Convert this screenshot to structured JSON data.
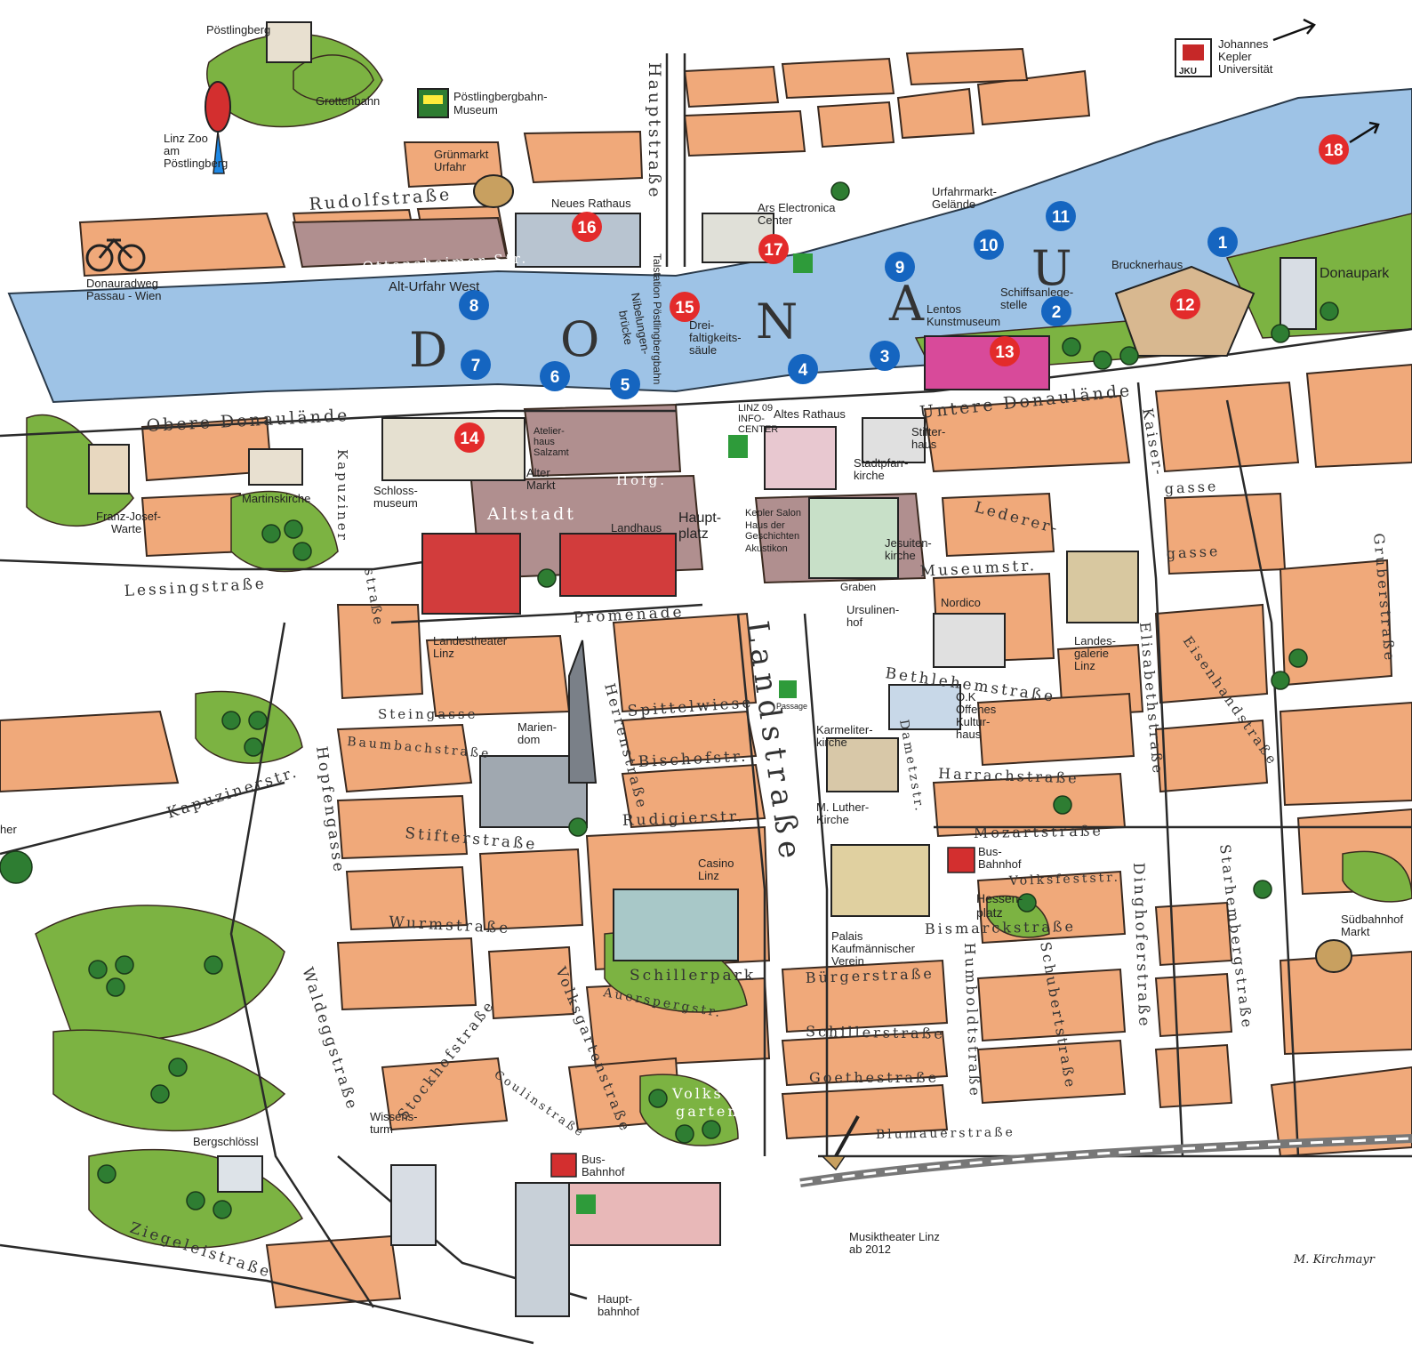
{
  "river": {
    "letters": [
      "D",
      "O",
      "N",
      "A",
      "U"
    ]
  },
  "pois": {
    "poestlingberg": "Pöstlingberg",
    "grottenbahn": "Grottenbahn",
    "zoo": [
      "Linz Zoo",
      "am",
      "Pöstlingberg"
    ],
    "poestlingbergbahn_museum": [
      "Pöstlingbergbahn-",
      "Museum"
    ],
    "gruenmarkt": [
      "Grünmarkt",
      "Urfahr"
    ],
    "neues_rathaus": "Neues Rathaus",
    "donauradweg": [
      "Donauradweg",
      "Passau - Wien"
    ],
    "alt_urfahr_west": "Alt-Urfahr West",
    "ars_electronica": [
      "Ars Electronica",
      "Center"
    ],
    "urfahrmarkt": [
      "Urfahrmarkt-",
      "Gelände"
    ],
    "jku": [
      "Johannes",
      "Kepler",
      "Universität"
    ],
    "jku_logo": "JKU",
    "brucknerhaus": "Brucknerhaus",
    "donaupark": "Donaupark",
    "schiffsanlegestelle": [
      "Schiffsanlege-",
      "stelle"
    ],
    "lentos": [
      "Lentos",
      "Kunstmuseum"
    ],
    "dreifaltigkeitssaeule": [
      "Drei-",
      "faltigkeits-",
      "säule"
    ],
    "info_center": [
      "LINZ 09",
      "INFO-",
      "CENTER"
    ],
    "altes_rathaus": "Altes Rathaus",
    "stifterhaus": [
      "Stifter-",
      "haus"
    ],
    "atelierhaus": [
      "Atelier-",
      "haus",
      "Salzamt"
    ],
    "alter_markt": [
      "Alter",
      "Markt"
    ],
    "hauptplatz": [
      "Haupt-",
      "platz"
    ],
    "stadtpfarrkirche": [
      "Stadtpfarr-",
      "kirche"
    ],
    "kepler_salon": [
      "Kepler Salon",
      "Haus der",
      "Geschichten",
      "Akustikon"
    ],
    "jesuitenkirche": [
      "Jesuiten-",
      "kirche"
    ],
    "schlossmuseum": [
      "Schloss-",
      "museum"
    ],
    "martinskirche": "Martinskirche",
    "franz_josef_warte": [
      "Franz-Josef-",
      "Warte"
    ],
    "landhaus": "Landhaus",
    "altstadt": "Altstadt",
    "landestheater": [
      "Landestheater",
      "Linz"
    ],
    "ursulinenhof": [
      "Ursulinen-",
      "hof"
    ],
    "nordico": "Nordico",
    "landesgalerie": [
      "Landes-",
      "galerie",
      "Linz"
    ],
    "passage": "Passage",
    "ok": [
      "O.K",
      "Offenes",
      "Kultur-",
      "haus"
    ],
    "mariendom": [
      "Marien-",
      "dom"
    ],
    "karmeliterkirche": [
      "Karmeliter-",
      "kirche"
    ],
    "luther_kirche": [
      "M. Luther-",
      "Kirche"
    ],
    "casino": [
      "Casino",
      "Linz"
    ],
    "busbahnhof": [
      "Bus-",
      "Bahnhof"
    ],
    "hessenplatz": [
      "Hessen-",
      "platz"
    ],
    "palais": [
      "Palais",
      "Kaufmännischer",
      "Verein"
    ],
    "suedbahnhof": [
      "Südbahnhof",
      "Markt"
    ],
    "schillerpark": "Schillerpark",
    "volksgarten": [
      "Volks-",
      "garten"
    ],
    "wissensturm": [
      "Wissens-",
      "turm"
    ],
    "bergschloessl": "Bergschlössl",
    "musiktheater": [
      "Musiktheater Linz",
      "ab 2012"
    ],
    "hauptbahnhof": [
      "Haupt-",
      "bahnhof"
    ],
    "signature": "M. Kirchmayr",
    "her": "her"
  },
  "streets": {
    "hauptstrasse": "Hauptstraße",
    "rudolfstrasse": "Rudolfstraße",
    "ottensheimer": "Ottensheimer Str.",
    "talstation": "Talstation Pöstlingbergbahn",
    "nibelungen": [
      "Nibelungen-",
      "brücke"
    ],
    "obere_donaulaende": "Obere Donaulände",
    "untere_donaulaende": "Untere Donaulände",
    "kaisergasse": [
      "Kaiser-",
      "gasse"
    ],
    "lederergasse": [
      "Lederer-",
      "gasse"
    ],
    "grubergasse": "Gruberstraße",
    "museumstr": "Museumstr.",
    "graben": "Graben",
    "hofg": "Hofg.",
    "kapuzinerstrasse": [
      "Kapuziner",
      "straße"
    ],
    "lessingstrasse": "Lessingstraße",
    "promenade": "Promenade",
    "landstrasse": "Landstraße",
    "bethlehemstrasse": "Bethlehemstraße",
    "elisabethstrasse": "Elisabethstraße",
    "eisenhandstrasse": "Eisenhandstraße",
    "steingasse": "Steingasse",
    "baumbachstrasse": "Baumbachstraße",
    "herrenstrasse": "Herrenstraße",
    "spittelwiese": "Spittelwiese",
    "bischofstr": "Bischofstr.",
    "harrachstrasse": "Harrachstraße",
    "kapuzinerstr": "Kapuzinerstr.",
    "hopfengasse": "Hopfengasse",
    "stifterstrasse": "Stifterstraße",
    "rudigierstr": "Rudigierstr.",
    "dametzstr": "Dametzstr.",
    "mozartstrasse": "Mozartstraße",
    "volksfeststr": "Volksfeststr.",
    "dinghoferstrasse": "Dinghoferstraße",
    "starhembergstrasse": "Starhembergstraße",
    "wurmstrasse": "Wurmstraße",
    "bismarckstrasse": "Bismarckstraße",
    "waldeggstrasse": "Waldeggstraße",
    "stockhofstrasse": "Stockhofstraße",
    "volksgartenstrasse": "Volksgartenstraße",
    "auerspergstr": "Auerspergstr.",
    "buergerstrasse": "Bürgerstraße",
    "humboldtstrasse": "Humboldtstraße",
    "schubertstrasse": "Schubertstraße",
    "schillerstrasse": "Schillerstraße",
    "goethestrasse": "Goethestraße",
    "coulinstrasse": "Coulinstraße",
    "blumauerstrasse": "Blumauerstraße",
    "ziegeleistrasse": "Ziegeleistraße"
  },
  "markers": {
    "blue": [
      "1",
      "2",
      "3",
      "4",
      "5",
      "6",
      "7",
      "8",
      "9",
      "10",
      "11"
    ],
    "red": [
      "12",
      "13",
      "14",
      "15",
      "16",
      "17",
      "18"
    ]
  },
  "colors": {
    "water": "#9ec3e6",
    "block": "#f0a97a",
    "old_town": "#b08f8f",
    "park": "#7cb342",
    "blue_marker": "#1565c0",
    "red_marker": "#e32b2b",
    "info": "#2e9b3a"
  },
  "icons": [
    "bicycle-icon",
    "info-icon",
    "bus-icon",
    "parrot-icon",
    "tram-icon",
    "arrow-icon",
    "shovel-icon",
    "market-basket-icon",
    "tree-icon"
  ]
}
